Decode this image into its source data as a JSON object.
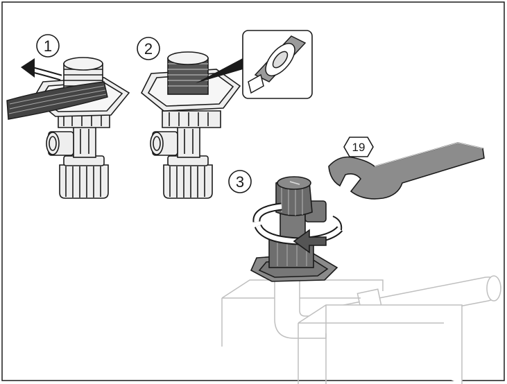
{
  "steps": [
    {
      "label": "1",
      "icon": "tape-wrap-icon"
    },
    {
      "label": "2",
      "icon": "taped-thread-icon"
    },
    {
      "label": "3",
      "icon": "tighten-valve-icon"
    }
  ],
  "wrench": {
    "size_label": "19",
    "icon": "open-end-wrench-icon"
  },
  "colors": {
    "outline": "#1a1a1a",
    "part_light": "#e9e9e9",
    "part_dark": "#8a8a8a",
    "arrow_dark": "#555555",
    "pipes": "#bfbfbf"
  }
}
